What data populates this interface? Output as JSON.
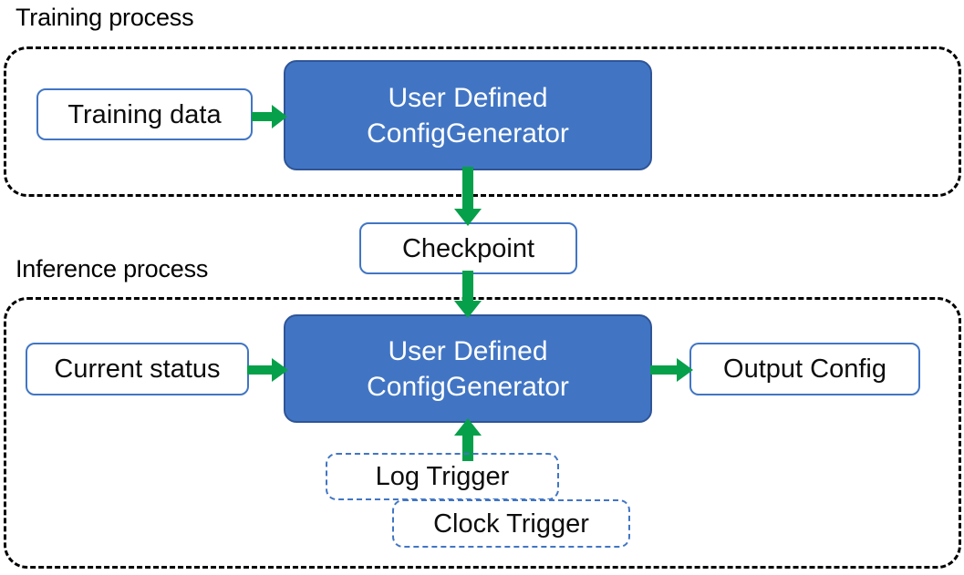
{
  "diagram": {
    "title_visible": false,
    "colors": {
      "arrow_green": "#06a04a",
      "box_blue_fill": "#4175c4",
      "box_blue_border": "#2f5597",
      "outline_blue": "#4175c4",
      "container_dash": "#000000",
      "text_dark": "#0d0d0d",
      "text_light": "#ffffff",
      "background": "#ffffff"
    },
    "sections": [
      {
        "id": "training",
        "caption": "Training process"
      },
      {
        "id": "inference",
        "caption": "Inference process"
      }
    ],
    "nodes": {
      "training_data": {
        "label": "Training data",
        "style": "outline-box"
      },
      "proc_training": {
        "line1": "User Defined",
        "line2": "ConfigGenerator",
        "style": "filled-blue-box"
      },
      "checkpoint": {
        "label": "Checkpoint",
        "style": "outline-box"
      },
      "current_status": {
        "label": "Current status",
        "style": "outline-box"
      },
      "proc_inference": {
        "line1": "User Defined",
        "line2": "ConfigGenerator",
        "style": "filled-blue-box"
      },
      "output_config": {
        "label": "Output Config",
        "style": "outline-box"
      },
      "log_trigger": {
        "label": "Log Trigger",
        "style": "dashed-blue-box"
      },
      "clock_trigger": {
        "label": "Clock Trigger",
        "style": "dashed-blue-box"
      }
    },
    "edges": [
      {
        "id": "training-data-to-proc",
        "from": "training_data",
        "to": "proc_training",
        "direction": "right",
        "label": ""
      },
      {
        "id": "proc-to-checkpoint",
        "from": "proc_training",
        "to": "checkpoint",
        "direction": "down",
        "label": ""
      },
      {
        "id": "checkpoint-to-proc",
        "from": "checkpoint",
        "to": "proc_inference",
        "direction": "down",
        "label": ""
      },
      {
        "id": "status-to-proc",
        "from": "current_status",
        "to": "proc_inference",
        "direction": "right",
        "label": ""
      },
      {
        "id": "proc-to-output",
        "from": "proc_inference",
        "to": "output_config",
        "direction": "right",
        "label": ""
      },
      {
        "id": "trigger-to-proc",
        "from": "log_trigger",
        "to": "proc_inference",
        "direction": "up",
        "label": ""
      }
    ]
  }
}
